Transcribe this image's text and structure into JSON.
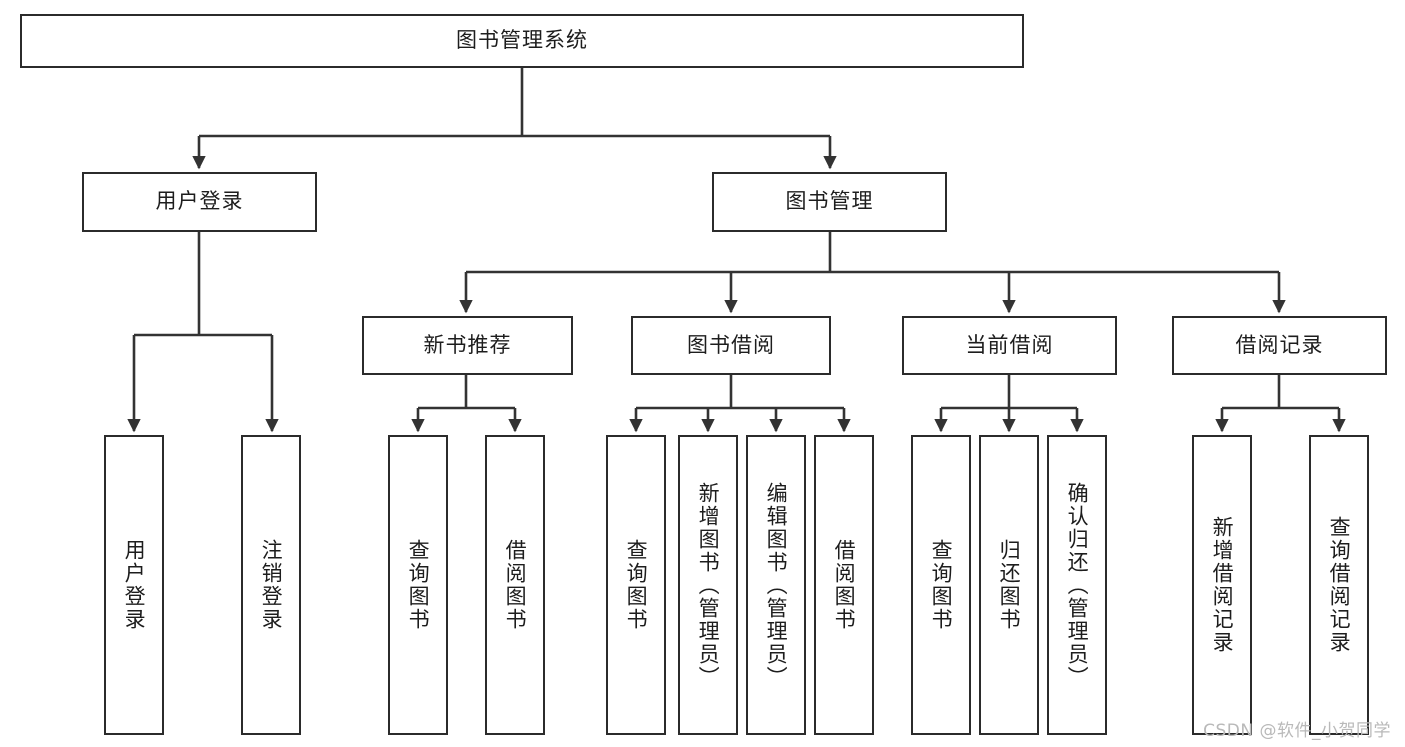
{
  "diagram": {
    "type": "tree",
    "title": "图书管理系统",
    "orientation": "top-down",
    "colors": {
      "box_border": "#2b2b2b",
      "box_fill": "#ffffff",
      "edge": "#333333",
      "text": "#1d1d1d",
      "watermark": "#b9b9b9",
      "background": "#ffffff"
    },
    "watermark": "CSDN @软件_小贺同学"
  },
  "nodes": {
    "root": {
      "label": "图书管理系统"
    },
    "level1": [
      {
        "label": "用户登录"
      },
      {
        "label": "图书管理"
      }
    ],
    "level2": [
      {
        "label": "新书推荐"
      },
      {
        "label": "图书借阅"
      },
      {
        "label": "当前借阅"
      },
      {
        "label": "借阅记录"
      }
    ],
    "leaves": {
      "user_login": [
        {
          "label": "用户登录"
        },
        {
          "label": "注销登录"
        }
      ],
      "new_book_recommend": [
        {
          "label": "查询图书"
        },
        {
          "label": "借阅图书"
        }
      ],
      "book_borrow": [
        {
          "label": "查询图书"
        },
        {
          "label": "新增图书（管理员）"
        },
        {
          "label": "编辑图书（管理员）"
        },
        {
          "label": "借阅图书"
        }
      ],
      "current_borrow": [
        {
          "label": "查询图书"
        },
        {
          "label": "归还图书"
        },
        {
          "label": "确认归还（管理员）"
        }
      ],
      "borrow_record": [
        {
          "label": "新增借阅记录"
        },
        {
          "label": "查询借阅记录"
        }
      ]
    }
  }
}
